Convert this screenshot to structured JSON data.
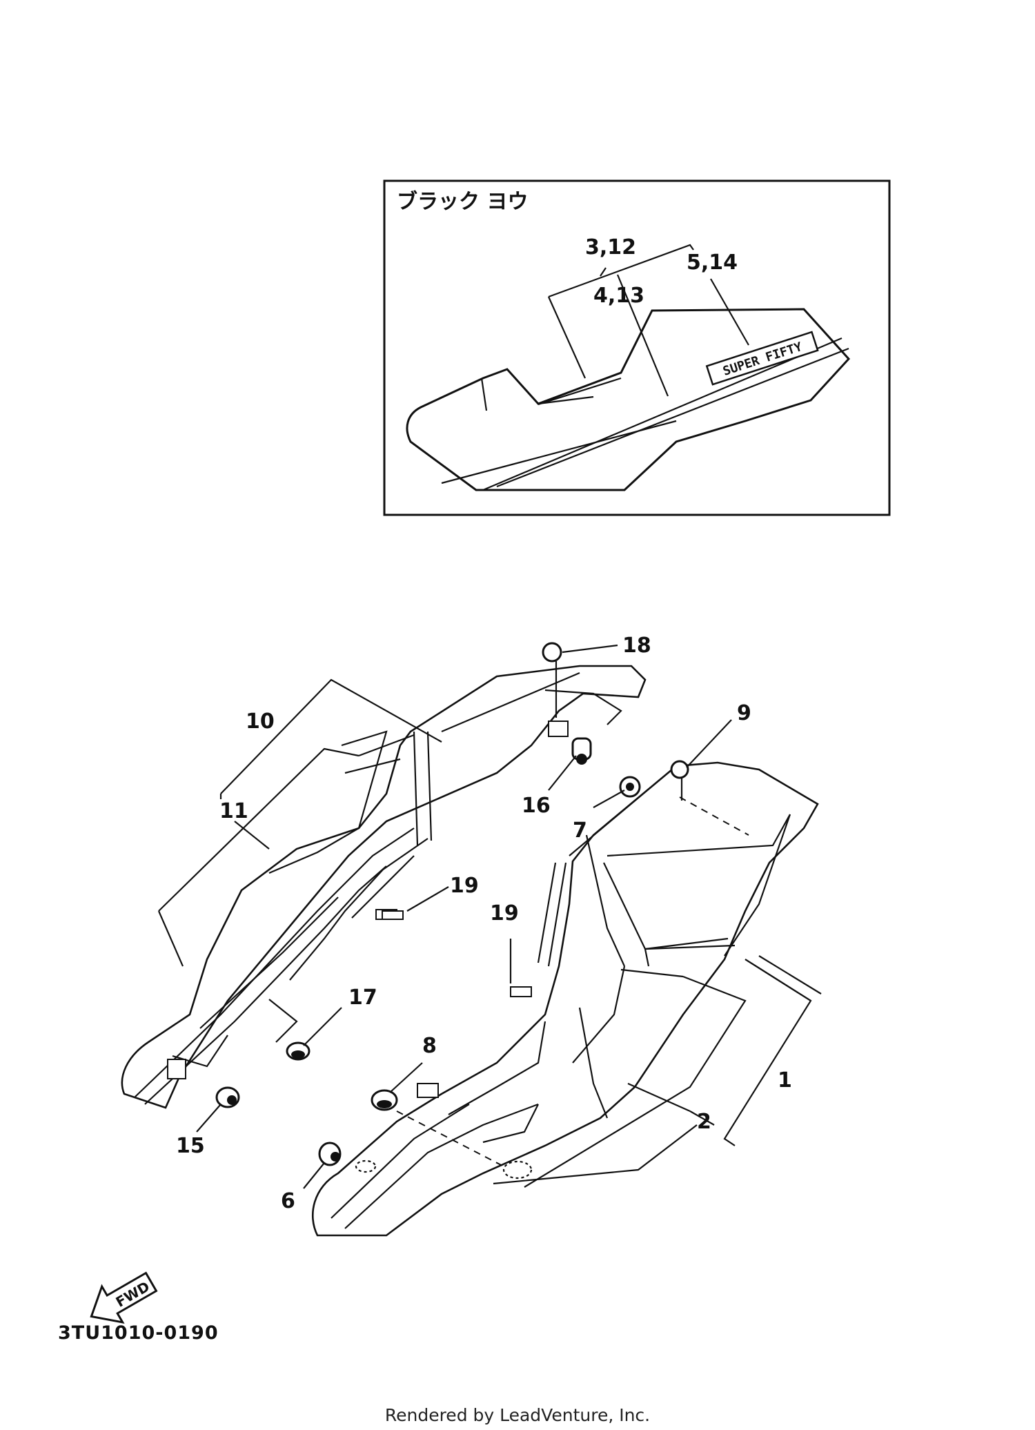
{
  "inset": {
    "title": "ブラック ヨウ",
    "callouts": [
      "3,12",
      "4,13",
      "5,14"
    ],
    "decal_text": "SUPER FIFTY"
  },
  "callouts": {
    "c1": "1",
    "c2": "2",
    "c6": "6",
    "c7": "7",
    "c8": "8",
    "c9": "9",
    "c10": "10",
    "c11": "11",
    "c15": "15",
    "c16": "16",
    "c17": "17",
    "c18": "18",
    "c19a": "19",
    "c19b": "19"
  },
  "fwd_label": "FWD",
  "diagram_code": "3TU1010-0190",
  "footer": "Rendered by LeadVenture, Inc."
}
